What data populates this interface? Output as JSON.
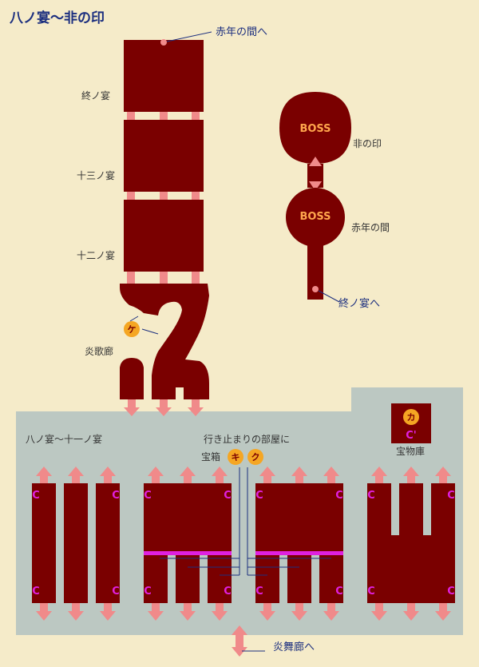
{
  "title": "八ノ宴〜非の印",
  "labels": {
    "to_red_year": "赤年の間へ",
    "banquet_end": "終ノ宴",
    "banquet_13": "十三ノ宴",
    "banquet_12": "十二ノ宴",
    "flame_song": "炎歌廊",
    "seal": "非の印",
    "red_year": "赤年の間",
    "to_end_banquet": "終ノ宴へ",
    "banquet_8_11": "八ノ宴〜十一ノ宴",
    "dead_end": "行き止まりの部屋に",
    "chest": "宝箱",
    "treasury": "宝物庫",
    "to_flame_dance": "炎舞廊へ"
  },
  "markers": {
    "boss": "BOSS",
    "c": "C",
    "c_prime": "C'",
    "ka": "カ",
    "ki": "キ",
    "ku": "ク",
    "ke": "ケ"
  },
  "colors": {
    "room": "#7a0000",
    "connector": "#f08a8a",
    "zone": "#bcc8c2",
    "marker": "#f5a623",
    "warp": "#e020e0",
    "label_blue": "#1c2f7f"
  }
}
